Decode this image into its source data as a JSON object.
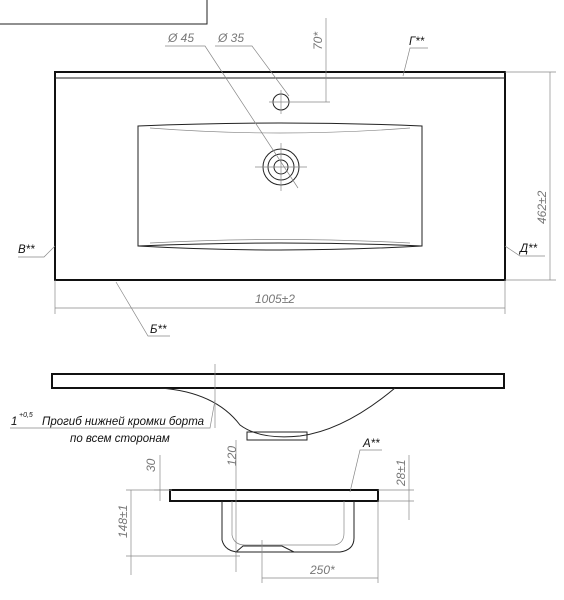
{
  "dimensions": {
    "hole_small": "Ø 45",
    "hole_large": "Ø 35",
    "offset_top": "70*",
    "width": "1005±2",
    "depth": "462±2",
    "bowl_depth": "120",
    "thickness": "30",
    "side_height": "148±1",
    "edge_height": "28±1",
    "drain_offset": "250*"
  },
  "labels": {
    "g": "Г**",
    "v": "В**",
    "d": "Д**",
    "b": "Б**",
    "a": "А**"
  },
  "note": {
    "tolerance": "+0,5",
    "value": "1",
    "line1": "Прогиб нижней кромки борта",
    "line2": "по всем сторонам"
  }
}
